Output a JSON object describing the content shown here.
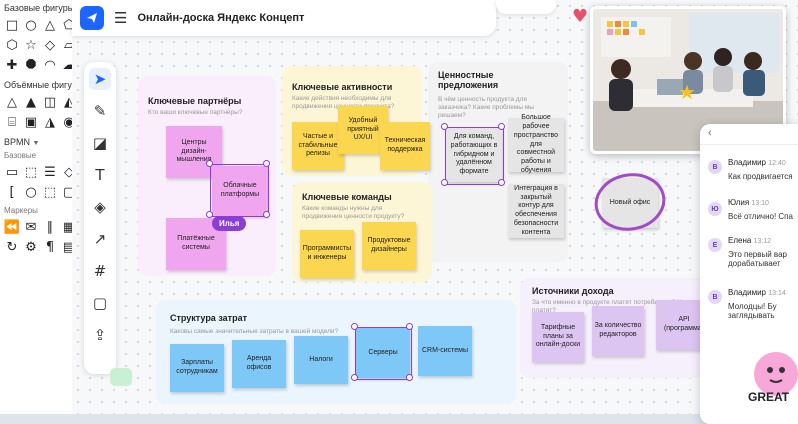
{
  "app": {
    "title": "Онлайн-доска Яндекс Концепт"
  },
  "shapes_panel": {
    "section1": "Базовые фигуры",
    "section2": "Объёмные фигуры",
    "section3": "BPMN",
    "section3_sub": "Базовые",
    "section4_sub": "Маркеры"
  },
  "zones": {
    "partners": {
      "title": "Ключевые партнёры",
      "subtitle": "Кто ваши ключевые партнёры?"
    },
    "activities": {
      "title": "Ключевые активности",
      "subtitle": "Какие действия необходимы для продвижения ценности продукта?"
    },
    "value": {
      "title": "Ценностные предложения",
      "subtitle": "В чём ценность продукта для заказчика? Какие проблемы мы решаем?"
    },
    "teams": {
      "title": "Ключевые команды",
      "subtitle": "Какие команды нужны для продвижения ценности продукту?"
    },
    "costs": {
      "title": "Структура затрат",
      "subtitle": "Каковы самые значительные затраты в вашей модели?"
    },
    "revenue": {
      "title": "Источники дохода",
      "subtitle": "За что именно в продукте платят потребители? Как они платят?"
    }
  },
  "stickies": {
    "p1": "Центры дизайн-мышления",
    "p2": "Облачные платформы",
    "p3": "Платёжные системы",
    "a1": "Удобный приятный UX/UI",
    "a2": "Частые и стабильные релизы",
    "a3": "Техническая поддержка",
    "t1": "Программисты и инженеры",
    "t2": "Продуктовые дизайнеры",
    "v1": "Для команд, работающих в гибридном и удалённом формате",
    "v2": "Большое рабочее пространство для совместной работы и обучения",
    "v3": "Интеграция в закрытый контур для обеспечения безопасности контента",
    "v4": "Новый офис",
    "c1": "Зарплаты сотрудникам",
    "c2": "Аренда офисов",
    "c3": "Налоги",
    "c4": "Серверы",
    "c5": "CRM-системы",
    "r1": "Тарифные планы за онлайн-доски",
    "r2": "За количество редакторов",
    "r3": "API (программа)"
  },
  "collaborator": {
    "name": "Илья"
  },
  "chat": {
    "messages": [
      {
        "initial": "В",
        "name": "Владимир",
        "time": "12:40",
        "text": "Как продвигается"
      },
      {
        "initial": "Ю",
        "name": "Юлия",
        "time": "13:10",
        "text": "Всё отлично! Спа"
      },
      {
        "initial": "Е",
        "name": "Елена",
        "time": "13:12",
        "text": "Это первый вар дорабатывает"
      },
      {
        "initial": "В",
        "name": "Владимир",
        "time": "13:14",
        "text": "Молодцы! Бу заглядывать"
      }
    ]
  },
  "sticker": {
    "text": "GREAT"
  },
  "colors": {
    "accent": "#1a66ff",
    "selection": "#8a3ed6",
    "pink_sticky": "#f0a5ef",
    "yellow_sticky": "#fbd650",
    "blue_sticky": "#7ec8f7",
    "violet_sticky": "#ddc5f2",
    "gray_sticky": "#e5e5e5"
  },
  "tools": [
    "pointer-icon",
    "pen-icon",
    "sticky-icon",
    "text-icon",
    "shapes-icon",
    "arrow-icon",
    "frame-icon",
    "comment-icon",
    "upload-icon"
  ]
}
